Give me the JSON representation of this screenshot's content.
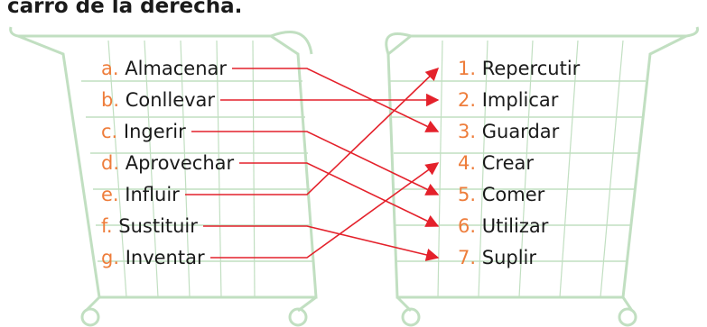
{
  "heading": "carro de la derecha.",
  "colors": {
    "letter": "#ee7d3b",
    "arrow": "#e4212b",
    "cart": "#a8d2a8"
  },
  "left_items": [
    {
      "key": "a",
      "letter": "a.",
      "word": "Almacenar"
    },
    {
      "key": "b",
      "letter": "b.",
      "word": "Conllevar"
    },
    {
      "key": "c",
      "letter": "c.",
      "word": "Ingerir"
    },
    {
      "key": "d",
      "letter": "d.",
      "word": "Aprovechar"
    },
    {
      "key": "e",
      "letter": "e.",
      "word": "Influir"
    },
    {
      "key": "f",
      "letter": "f.",
      "word": "Sustituir"
    },
    {
      "key": "g",
      "letter": "g.",
      "word": "Inventar"
    }
  ],
  "right_items": [
    {
      "key": "1",
      "number": "1.",
      "word": "Repercutir"
    },
    {
      "key": "2",
      "number": "2.",
      "word": "Implicar"
    },
    {
      "key": "3",
      "number": "3.",
      "word": "Guardar"
    },
    {
      "key": "4",
      "number": "4.",
      "word": "Crear"
    },
    {
      "key": "5",
      "number": "5.",
      "word": "Comer"
    },
    {
      "key": "6",
      "number": "6.",
      "word": "Utilizar"
    },
    {
      "key": "7",
      "number": "7.",
      "word": "Suplir"
    }
  ],
  "matches": [
    {
      "from": "a",
      "to": "3"
    },
    {
      "from": "b",
      "to": "2"
    },
    {
      "from": "c",
      "to": "5"
    },
    {
      "from": "d",
      "to": "6"
    },
    {
      "from": "e",
      "to": "1"
    },
    {
      "from": "f",
      "to": "7"
    },
    {
      "from": "g",
      "to": "4"
    }
  ]
}
